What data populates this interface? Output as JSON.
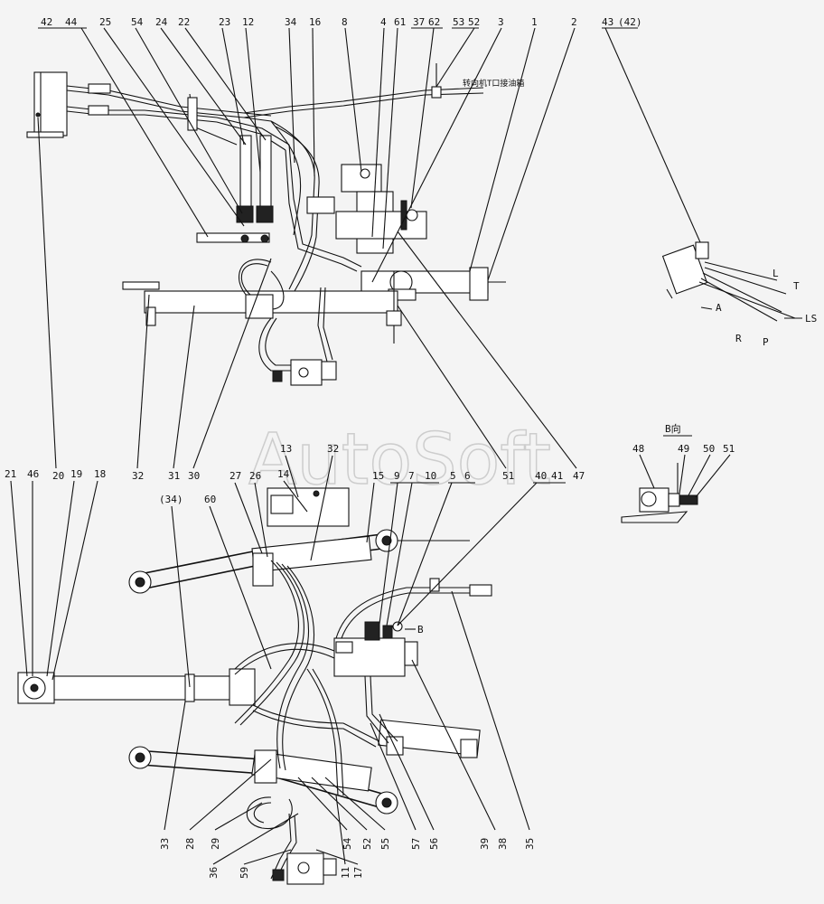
{
  "watermark": "AutoSoft",
  "view_label": "B向",
  "top_callout_text": "转向机T口接油箱",
  "callouts_top": [
    "42",
    "44",
    "25",
    "54",
    "24",
    "22",
    "23",
    "12",
    "34",
    "16",
    "8",
    "4",
    "61",
    "37",
    "62",
    "53",
    "52",
    "3",
    "1",
    "2",
    "43",
    "(42)"
  ],
  "callouts_mid": [
    "20",
    "32",
    "31",
    "30",
    "51",
    "47"
  ],
  "callouts_bottom_top": [
    "21",
    "46",
    "20",
    "19",
    "18",
    "(34)",
    "60",
    "27",
    "26",
    "13",
    "14",
    "32",
    "15",
    "9",
    "7",
    "10",
    "5",
    "6",
    "40",
    "41"
  ],
  "callouts_bottom": [
    "33",
    "28",
    "29",
    "36",
    "59",
    "54",
    "52",
    "55",
    "57",
    "56",
    "11",
    "17",
    "39",
    "38",
    "35"
  ],
  "port_letters": [
    "L",
    "T",
    "A",
    "R",
    "P",
    "LS",
    "B"
  ],
  "b_view_callouts": [
    "48",
    "49",
    "50",
    "51"
  ]
}
